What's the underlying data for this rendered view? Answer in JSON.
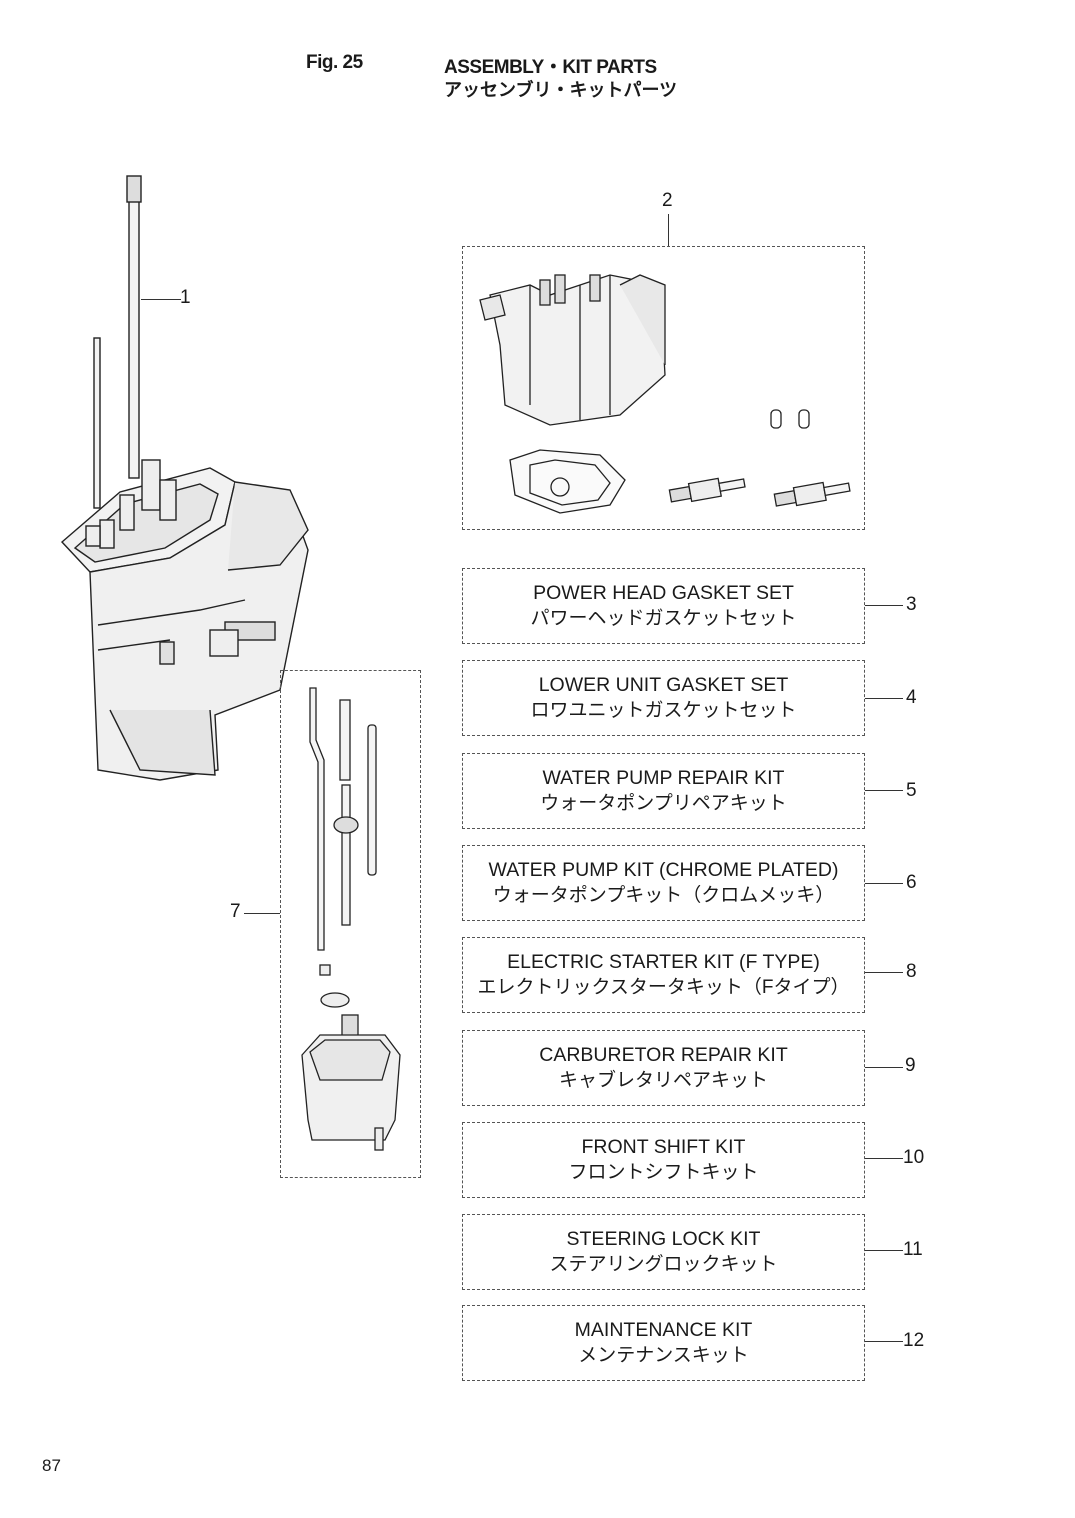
{
  "header": {
    "fig": "Fig. 25",
    "title_en": "ASSEMBLY・KIT PARTS",
    "title_jp": "アッセンブリ・キットパーツ"
  },
  "callouts": {
    "c1": "1",
    "c2": "2",
    "c7": "7"
  },
  "kits": [
    {
      "num": "3",
      "en": "POWER HEAD GASKET SET",
      "jp": "パワーヘッドガスケットセット"
    },
    {
      "num": "4",
      "en": "LOWER UNIT GASKET SET",
      "jp": "ロワユニットガスケットセット"
    },
    {
      "num": "5",
      "en": "WATER PUMP REPAIR KIT",
      "jp": "ウォータポンプリペアキット"
    },
    {
      "num": "6",
      "en": "WATER PUMP KIT (CHROME PLATED)",
      "jp": "ウォータポンプキット（クロムメッキ）"
    },
    {
      "num": "8",
      "en": "ELECTRIC STARTER KIT (F TYPE)",
      "jp": "エレクトリックスタータキット（Fタイプ）"
    },
    {
      "num": "9",
      "en": "CARBURETOR REPAIR KIT",
      "jp": "キャブレタリペアキット"
    },
    {
      "num": "10",
      "en": "FRONT SHIFT KIT",
      "jp": "フロントシフトキット"
    },
    {
      "num": "11",
      "en": "STEERING LOCK KIT",
      "jp": "ステアリングロックキット"
    },
    {
      "num": "12",
      "en": "MAINTENANCE KIT",
      "jp": "メンテナンスキット"
    }
  ],
  "page_number": "87"
}
